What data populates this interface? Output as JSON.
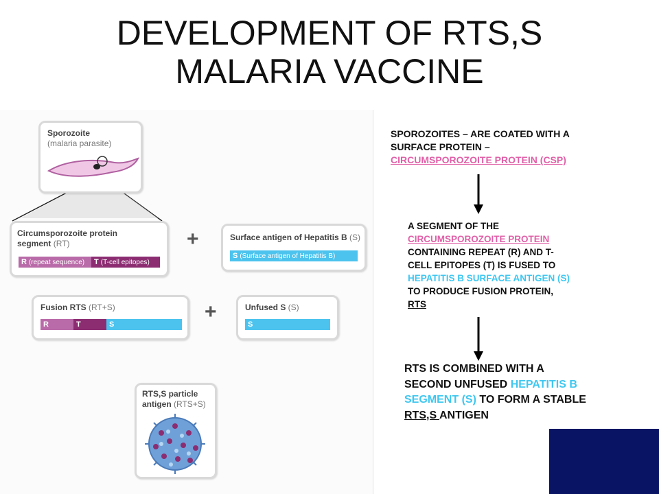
{
  "title": {
    "line1": "DEVELOPMENT OF RTS,S",
    "line2": "MALARIA VACCINE"
  },
  "diagram": {
    "sporozoite": {
      "label": "Sporozoite",
      "sub": "(malaria parasite)"
    },
    "csp_segment": {
      "label1": "Circumsporozoite protein",
      "label2a": "segment",
      "label2b": " (RT)",
      "r_letter": "R",
      "r_text": "(repeat sequence)",
      "t_letter": "T",
      "t_text": "(T-cell epitopes)"
    },
    "hep_b": {
      "label": "Surface antigen of Hepatitis B",
      "label_sub": " (S)",
      "s_letter": "S",
      "s_text": "(Surface antigen of Hepatitis B)"
    },
    "fusion": {
      "label": "Fusion RTS",
      "label_sub": " (RT+S)",
      "r": "R",
      "t": "T",
      "s": "S"
    },
    "unfused": {
      "label": "Unfused S",
      "label_sub": " (S)",
      "s": "S"
    },
    "particle": {
      "label1": "RTS,S particle",
      "label2": "antigen",
      "label2_sub": " (RTS+S)"
    },
    "plus1": "+",
    "plus2": "+",
    "colors": {
      "r": "#b96aa8",
      "t": "#8c2d72",
      "s": "#4cc3ee",
      "box_border": "#d9d9d9"
    }
  },
  "steps": {
    "step1": {
      "line1": "SPOROZOITES – ARE COATED WITH A",
      "line2": "SURFACE PROTEIN –",
      "line3": "CIRCUMSPOROZOITE PROTEIN (CSP)"
    },
    "step2": {
      "line1": "A SEGMENT OF THE",
      "line2": "CIRCUMSPOROZOITE PROTEIN",
      "line3": "CONTAINING REPEAT (R) AND T-",
      "line4": "CELL EPITOPES (T)  IS FUSED TO",
      "line5": "HEPATITIS B SURFACE ANTIGEN (S)",
      "line6": "TO PRODUCE FUSION PROTEIN,",
      "line7": "RTS"
    },
    "step3": {
      "line1": "RTS IS COMBINED WITH A",
      "line2a": "SECOND UNFUSED ",
      "line2b": "HEPATITIS B",
      "line3a": "SEGMENT (S)",
      "line3b": " TO FORM A STABLE",
      "line4a": "RTS,S ",
      "line4b": "ANTIGEN"
    }
  },
  "colors": {
    "pink_text": "#e060a8",
    "cyan_text": "#3ec7f0",
    "navy_block": "#0a1464"
  }
}
